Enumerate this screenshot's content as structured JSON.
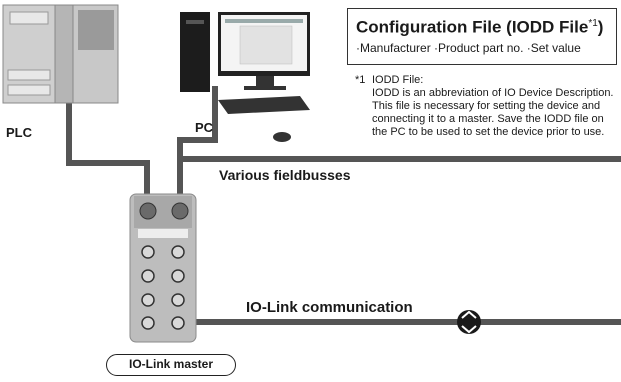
{
  "labels": {
    "plc": "PLC",
    "pc": "PC",
    "fieldbusses": "Various fieldbusses",
    "iolink": "IO-Link communication",
    "master": "IO-Link master"
  },
  "config": {
    "title": "Configuration File (IODD File",
    "title_sup": "*1",
    "title_end": ")",
    "items": "·Manufacturer ·Product part no. ·Set value"
  },
  "note": {
    "mark": "*1",
    "heading": "IODD File:",
    "body": "IODD is an abbreviation of IO Device Description. This file is necessary for setting the device and connecting it to a master. Save the IODD file on the PC to be used to set the device prior to use."
  },
  "colors": {
    "cable": "#555555",
    "device": "#bdbdbd",
    "device_dark": "#8a8a8a"
  }
}
